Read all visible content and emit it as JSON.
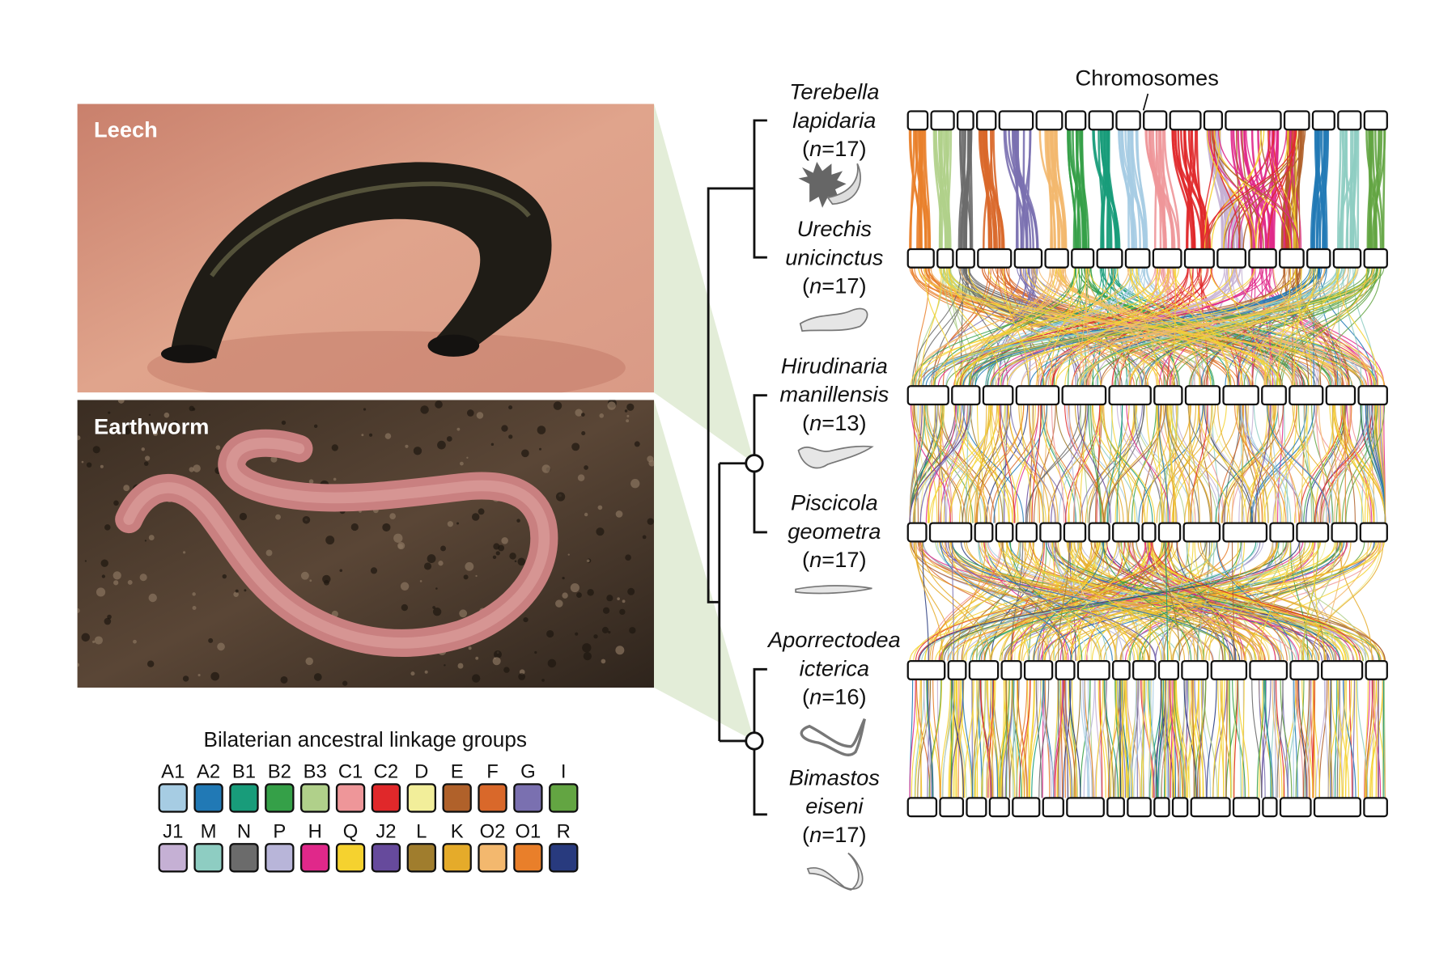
{
  "photos": {
    "leech_label": "Leech",
    "earthworm_label": "Earthworm"
  },
  "chromosomes_label": "Chromosomes",
  "species": [
    {
      "genus": "Terebella",
      "epithet": "lapidaria",
      "n_prefix": "(",
      "n_italic": "n",
      "n_suffix": "=17)",
      "n": 17
    },
    {
      "genus": "Urechis",
      "epithet": "unicinctus",
      "n_prefix": "(",
      "n_italic": "n",
      "n_suffix": "=17)",
      "n": 17
    },
    {
      "genus": "Hirudinaria",
      "epithet": "manillensis",
      "n_prefix": "(",
      "n_italic": "n",
      "n_suffix": "=13)",
      "n": 13
    },
    {
      "genus": "Piscicola",
      "epithet": "geometra",
      "n_prefix": "(",
      "n_italic": "n",
      "n_suffix": "=17)",
      "n": 17
    },
    {
      "genus": "Aporrectodea",
      "epithet": "icterica",
      "n_prefix": "(",
      "n_italic": "n",
      "n_suffix": "=16)",
      "n": 16
    },
    {
      "genus": "Bimastos",
      "epithet": "eiseni",
      "n_prefix": "(",
      "n_italic": "n",
      "n_suffix": "=17)",
      "n": 17
    }
  ],
  "legend": {
    "title": "Bilaterian ancestral linkage groups",
    "rows": [
      [
        {
          "name": "A1",
          "color": "#a6cce3"
        },
        {
          "name": "A2",
          "color": "#2179b5"
        },
        {
          "name": "B1",
          "color": "#189c7a"
        },
        {
          "name": "B2",
          "color": "#35a048"
        },
        {
          "name": "B3",
          "color": "#b0d08a"
        },
        {
          "name": "C1",
          "color": "#ee9699"
        },
        {
          "name": "C2",
          "color": "#e0282a"
        },
        {
          "name": "D",
          "color": "#f2ee9a"
        },
        {
          "name": "E",
          "color": "#b0612a"
        },
        {
          "name": "F",
          "color": "#d9682a"
        },
        {
          "name": "G",
          "color": "#7a70b0"
        },
        {
          "name": "I",
          "color": "#63a542"
        }
      ],
      [
        {
          "name": "J1",
          "color": "#c5b0d4"
        },
        {
          "name": "M",
          "color": "#8ecdc2"
        },
        {
          "name": "N",
          "color": "#6b6b6b"
        },
        {
          "name": "P",
          "color": "#b8b5d9"
        },
        {
          "name": "H",
          "color": "#e0288a"
        },
        {
          "name": "Q",
          "color": "#f5d22f"
        },
        {
          "name": "J2",
          "color": "#664a9c"
        },
        {
          "name": "L",
          "color": "#a07d2d"
        },
        {
          "name": "K",
          "color": "#e5ab2a"
        },
        {
          "name": "O2",
          "color": "#f3b86e"
        },
        {
          "name": "O1",
          "color": "#e97f2a"
        },
        {
          "name": "R",
          "color": "#283a7e"
        }
      ]
    ]
  }
}
